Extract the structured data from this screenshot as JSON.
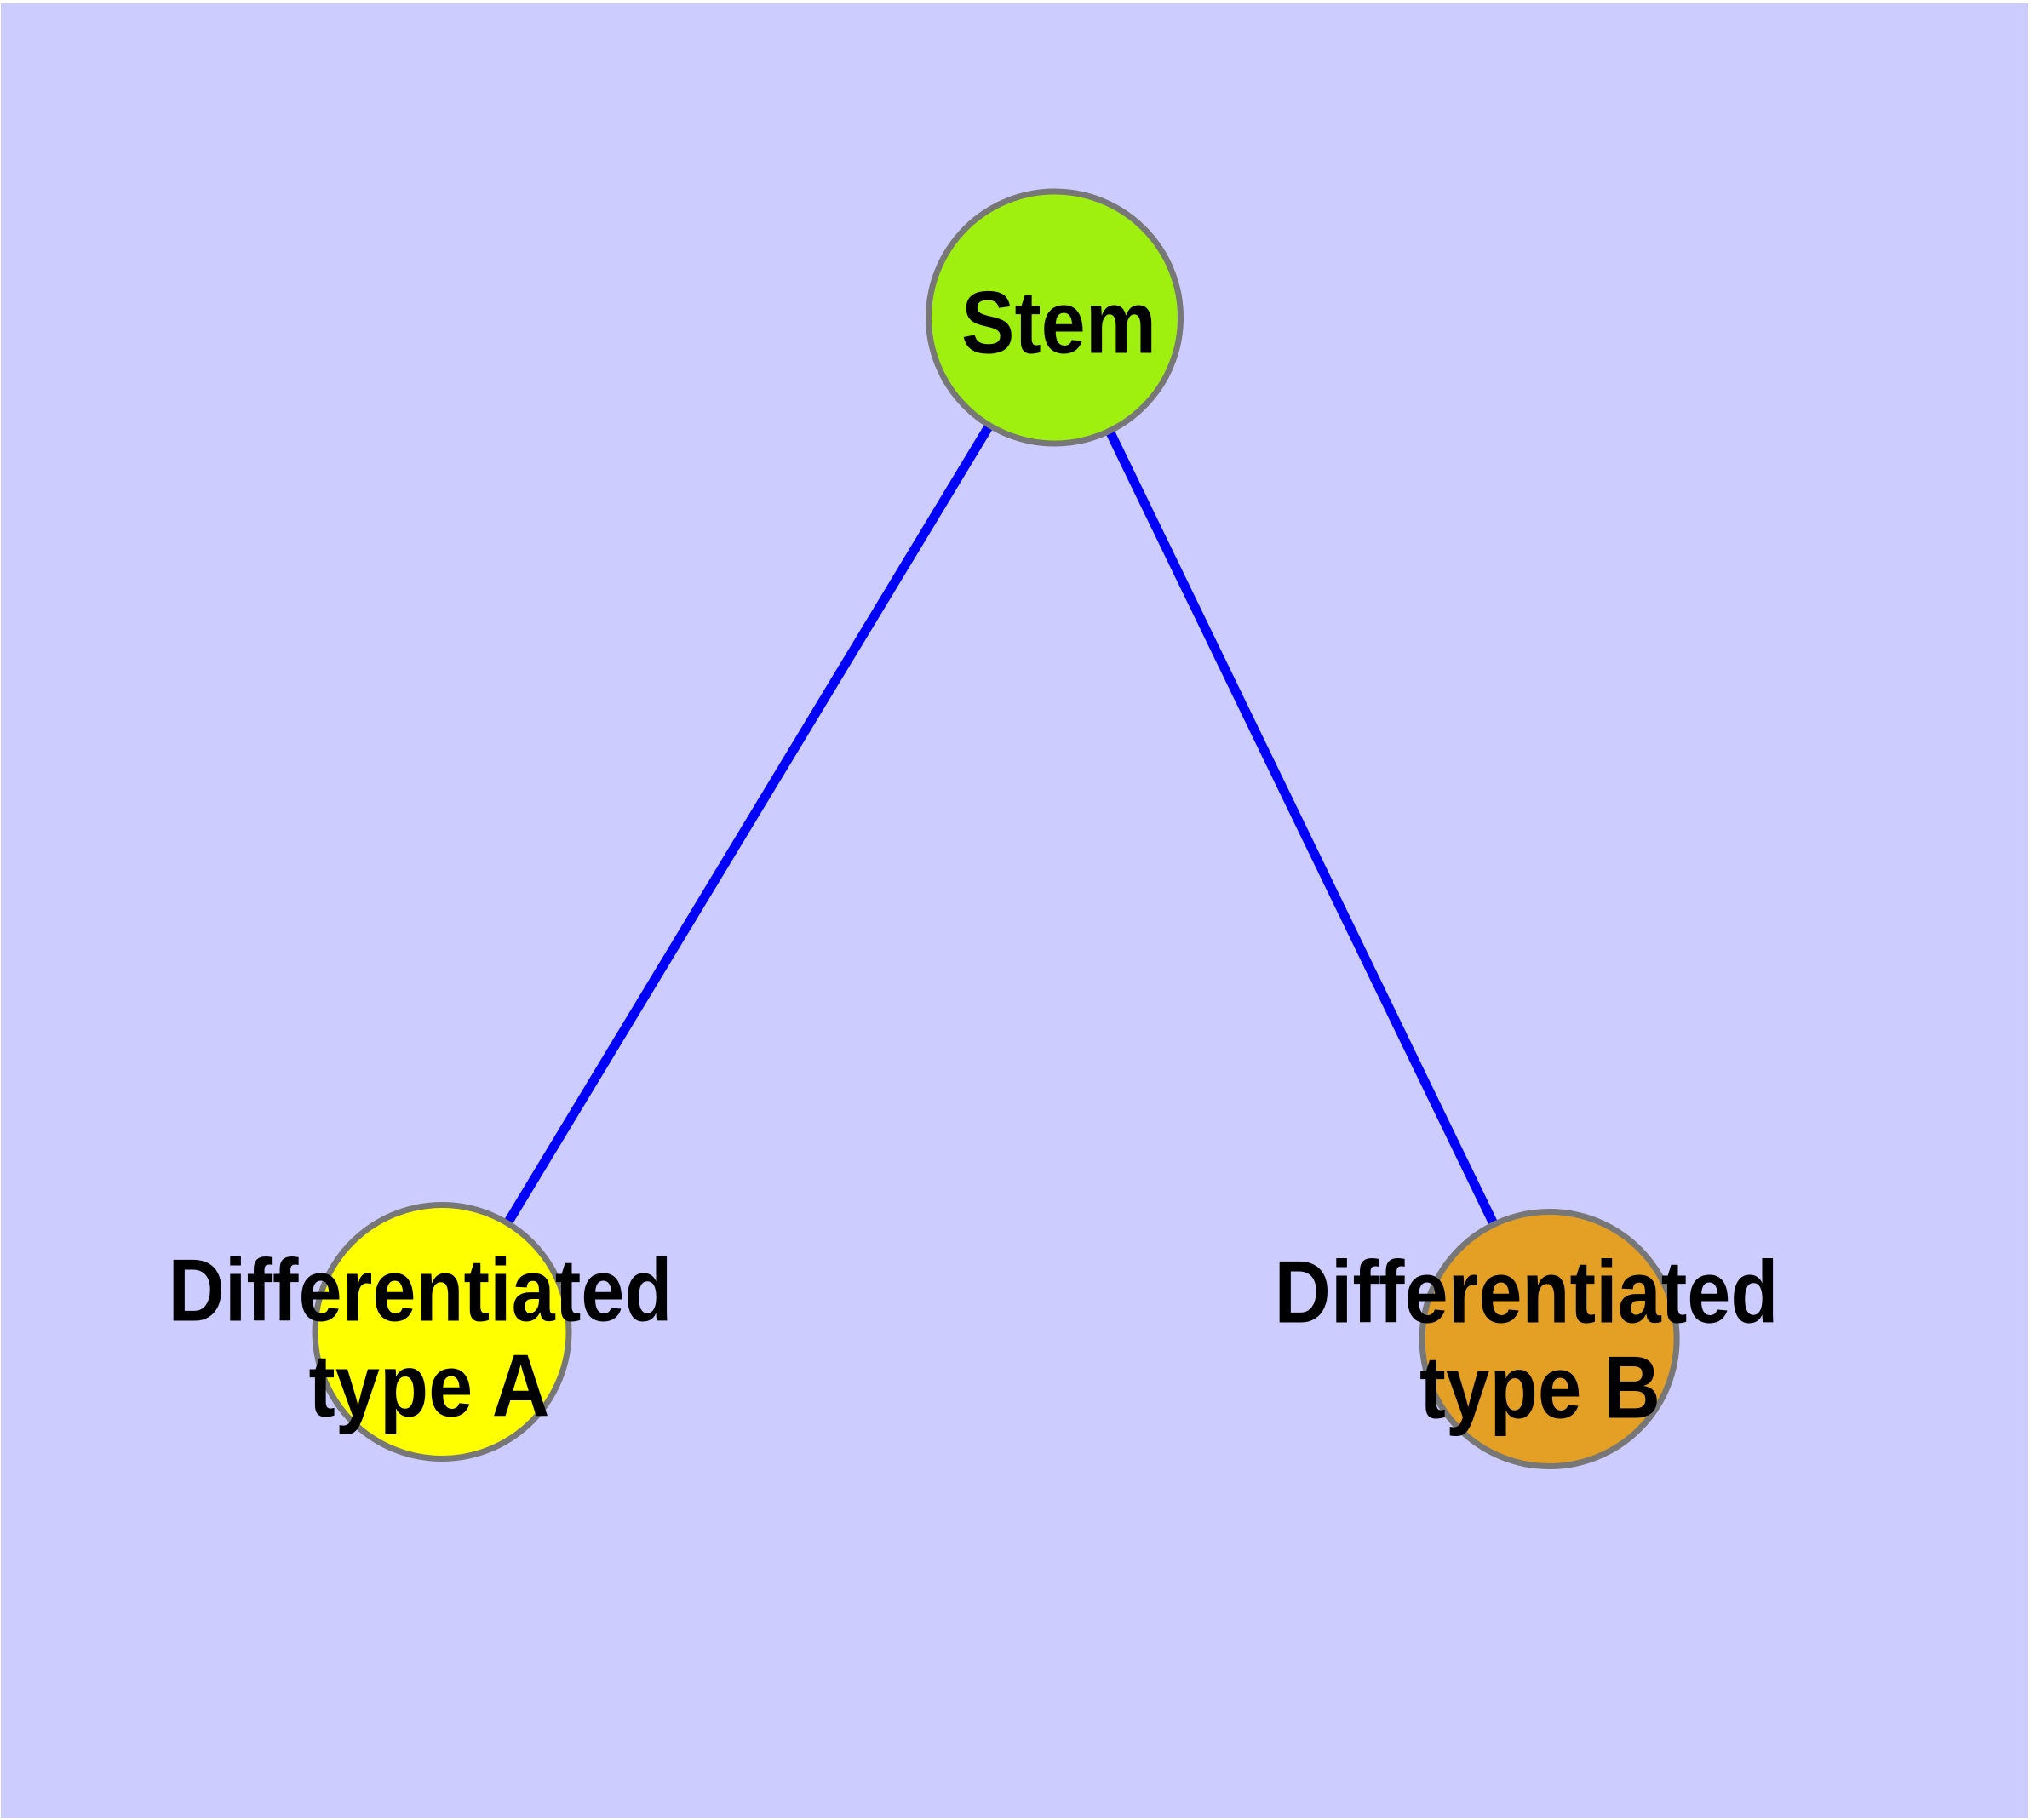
{
  "diagram": {
    "type": "node-link-graph",
    "description": "Stem cell differentiation diagram: a stem cell node connected to two differentiated cell type nodes",
    "colors": {
      "background": "#ccccff",
      "page_margin": "#ffffff",
      "edge": "#0000fa",
      "node_border": "#777777",
      "label_text": "#000000",
      "stem_fill": "#9ff00f",
      "type_a_fill": "#ffff00",
      "type_b_fill": "#e49f25"
    },
    "nodes": {
      "stem": {
        "label": "Stem",
        "fill": "#9ff00f"
      },
      "type_a": {
        "label": "Differentiated type A",
        "lines": [
          "Differentiated",
          "type A"
        ],
        "fill": "#ffff00"
      },
      "type_b": {
        "label": "Differentiated type B",
        "lines": [
          "Differentiated",
          "type B"
        ],
        "fill": "#e49f25"
      }
    },
    "edges": [
      {
        "from": "Stem",
        "to": "Differentiated type A"
      },
      {
        "from": "Stem",
        "to": "Differentiated type B"
      }
    ]
  }
}
